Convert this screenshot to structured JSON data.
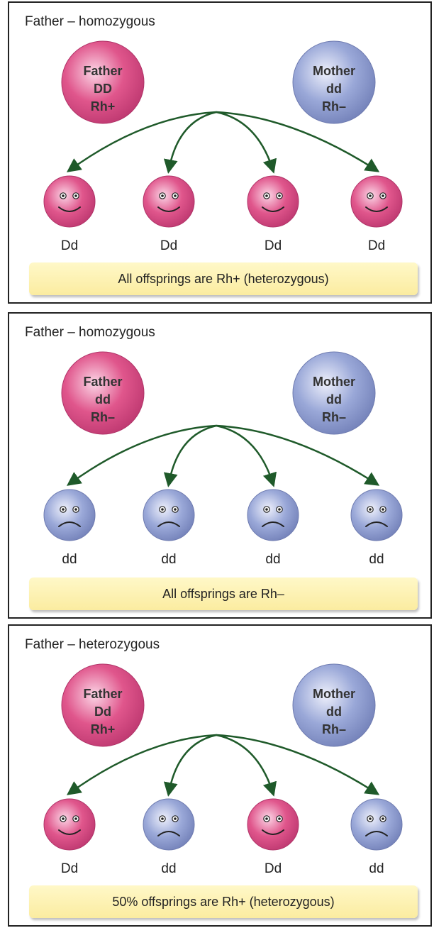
{
  "colors": {
    "rh_positive": "#e0568c",
    "rh_negative": "#9aa8d8",
    "arrow": "#1f5a2a",
    "banner": "#fbeca0"
  },
  "panels": [
    {
      "heading": "Father – homozygous",
      "father": {
        "title": "Father",
        "genotype": "DD",
        "rh": "Rh+",
        "type": "rh_positive"
      },
      "mother": {
        "title": "Mother",
        "genotype": "dd",
        "rh": "Rh–",
        "type": "rh_negative"
      },
      "children": [
        {
          "genotype": "Dd",
          "type": "rh_positive",
          "face": "smile-face-icon"
        },
        {
          "genotype": "Dd",
          "type": "rh_positive",
          "face": "smile-face-icon"
        },
        {
          "genotype": "Dd",
          "type": "rh_positive",
          "face": "smile-face-icon"
        },
        {
          "genotype": "Dd",
          "type": "rh_positive",
          "face": "smile-face-icon"
        }
      ],
      "summary": "All offsprings are Rh+ (heterozygous)"
    },
    {
      "heading": "Father – homozygous",
      "father": {
        "title": "Father",
        "genotype": "dd",
        "rh": "Rh–",
        "type": "rh_positive"
      },
      "mother": {
        "title": "Mother",
        "genotype": "dd",
        "rh": "Rh–",
        "type": "rh_negative"
      },
      "children": [
        {
          "genotype": "dd",
          "type": "rh_negative",
          "face": "sad-face-icon"
        },
        {
          "genotype": "dd",
          "type": "rh_negative",
          "face": "sad-face-icon"
        },
        {
          "genotype": "dd",
          "type": "rh_negative",
          "face": "sad-face-icon"
        },
        {
          "genotype": "dd",
          "type": "rh_negative",
          "face": "sad-face-icon"
        }
      ],
      "summary": "All offsprings are Rh–"
    },
    {
      "heading": "Father – heterozygous",
      "father": {
        "title": "Father",
        "genotype": "Dd",
        "rh": "Rh+",
        "type": "rh_positive"
      },
      "mother": {
        "title": "Mother",
        "genotype": "dd",
        "rh": "Rh–",
        "type": "rh_negative"
      },
      "children": [
        {
          "genotype": "Dd",
          "type": "rh_positive",
          "face": "smile-face-icon"
        },
        {
          "genotype": "dd",
          "type": "rh_negative",
          "face": "sad-face-icon"
        },
        {
          "genotype": "Dd",
          "type": "rh_positive",
          "face": "smile-face-icon"
        },
        {
          "genotype": "dd",
          "type": "rh_negative",
          "face": "sad-face-icon"
        }
      ],
      "summary": "50% offsprings are Rh+ (heterozygous)"
    }
  ]
}
